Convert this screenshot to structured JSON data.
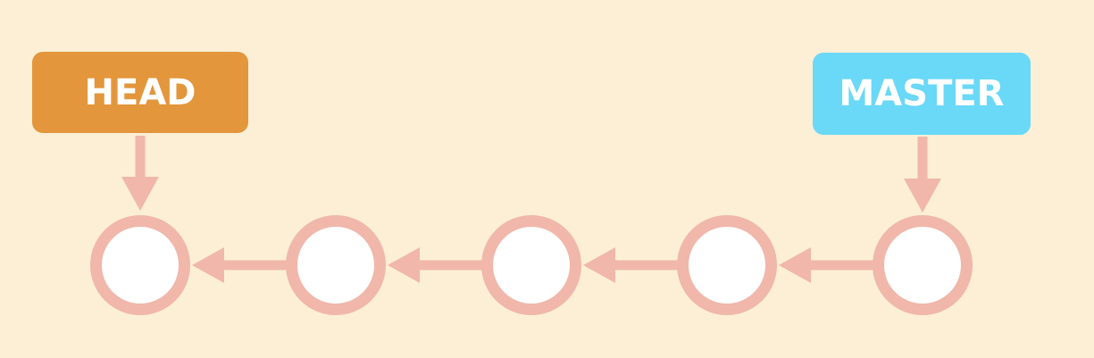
{
  "diagram": {
    "background_color": "#fcefd6",
    "commit_ring_color": "#f0b7aa",
    "commit_fill_color": "#ffffff",
    "arrow_color": "#f0b7aa",
    "commit_count": 5,
    "labels": {
      "head": {
        "text": "HEAD",
        "color": "#e3963b",
        "points_to_commit": 1
      },
      "master": {
        "text": "MASTER",
        "color": "#6ad8f7",
        "points_to_commit": 5
      }
    }
  }
}
